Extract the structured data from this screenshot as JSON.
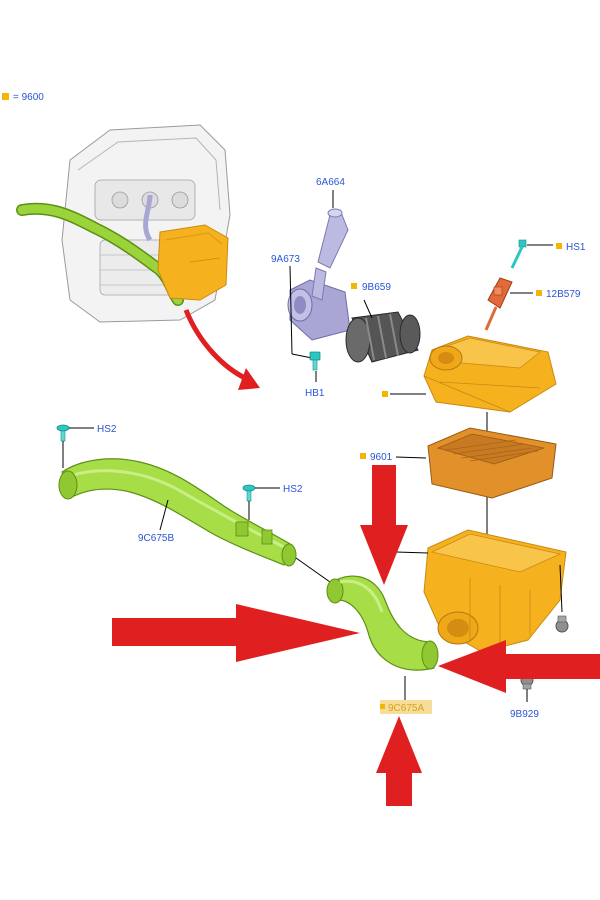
{
  "legend": {
    "text": "= 9600",
    "swatch_color": "#f2b705"
  },
  "labels": {
    "p6A664": "6A664",
    "p9A673": "9A673",
    "p9B659": "9B659",
    "pHS1": "HS1",
    "p12B579": "12B579",
    "pHB1": "HB1",
    "pHS2a": "HS2",
    "pHS2b": "HS2",
    "p9601": "9601",
    "p9C675B": "9C675B",
    "p9C675A": "9C675A",
    "p9B929": "9B929"
  },
  "colors": {
    "label_text": "#2a55d4",
    "marker": "#f2b705",
    "air_box": "#f5b21e",
    "air_box_dark": "#c98a12",
    "filter_frame": "#e2902a",
    "hose_green": "#9ad43a",
    "hose_green_dark": "#5d8f14",
    "sensor_lilac": "#a9a6d6",
    "bellows_grey": "#4a4a4a",
    "teal_clip": "#2ec6c0",
    "callout_red": "#e02020",
    "highlight": "#f7dd9a"
  }
}
